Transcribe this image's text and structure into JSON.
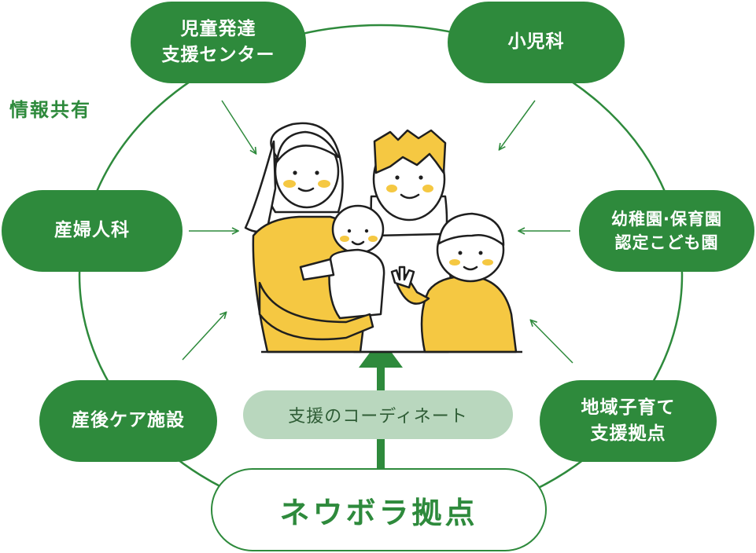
{
  "colors": {
    "green": "#2e8a3c",
    "green_light": "#b9d7be",
    "yellow": "#f5c842",
    "outline": "#1f1f1f"
  },
  "info_share_label": "情報共有",
  "nodes": [
    {
      "id": "child-dev",
      "label": "児童発達\n支援センター"
    },
    {
      "id": "pediatrics",
      "label": "小児科"
    },
    {
      "id": "obgyn",
      "label": "産婦人科"
    },
    {
      "id": "kindergarten",
      "label": "幼稚園·保育園\n認定こども園"
    },
    {
      "id": "postpartum",
      "label": "産後ケア施設"
    },
    {
      "id": "community",
      "label": "地域子育て\n支援拠点"
    }
  ],
  "coordination_label": "支援のコーディネート",
  "hub_label": "ネウボラ拠点",
  "illustration_icon": "family-illustration"
}
